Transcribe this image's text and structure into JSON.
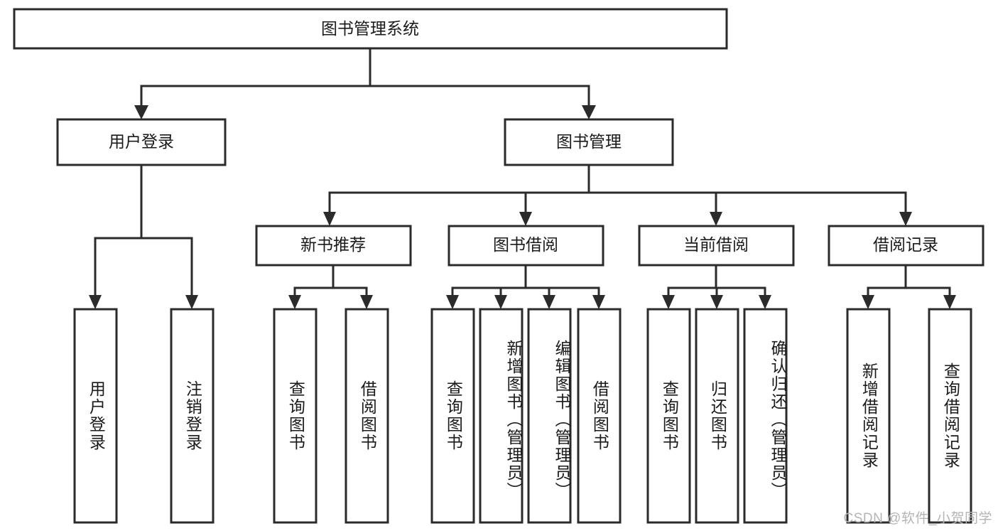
{
  "diagram": {
    "type": "tree-hierarchy-chart",
    "title": "图书管理系统",
    "watermark": "CSDN @软件_小贺同学",
    "colors": {
      "stroke": "#2b2b2b",
      "fill": "#ffffff",
      "text": "#1a1a1a",
      "watermark": "#b4b4b4",
      "background": "#ffffff"
    },
    "root": {
      "label": "图书管理系统",
      "orientation": "horizontal"
    },
    "level2": [
      {
        "id": "user-login",
        "label": "用户登录",
        "orientation": "horizontal"
      },
      {
        "id": "book-management",
        "label": "图书管理",
        "orientation": "horizontal"
      }
    ],
    "level3": [
      {
        "id": "new-book-recommend",
        "label": "新书推荐",
        "orientation": "horizontal",
        "parent": "book-management"
      },
      {
        "id": "book-borrow",
        "label": "图书借阅",
        "orientation": "horizontal",
        "parent": "book-management"
      },
      {
        "id": "current-borrow",
        "label": "当前借阅",
        "orientation": "horizontal",
        "parent": "book-management"
      },
      {
        "id": "borrow-record",
        "label": "借阅记录",
        "orientation": "horizontal",
        "parent": "book-management"
      }
    ],
    "leaves": [
      {
        "id": "leaf-user-login",
        "label": "用户登录",
        "orientation": "vertical",
        "parent": "user-login"
      },
      {
        "id": "leaf-user-logout",
        "label": "注销登录",
        "orientation": "vertical",
        "parent": "user-login"
      },
      {
        "id": "leaf-query-book-1",
        "label": "查询图书",
        "orientation": "vertical",
        "parent": "new-book-recommend"
      },
      {
        "id": "leaf-borrow-book-1",
        "label": "借阅图书",
        "orientation": "vertical",
        "parent": "new-book-recommend"
      },
      {
        "id": "leaf-query-book-2",
        "label": "查询图书",
        "orientation": "vertical",
        "parent": "book-borrow"
      },
      {
        "id": "leaf-add-book",
        "label": "新增图书（管理员）",
        "orientation": "vertical",
        "parent": "book-borrow"
      },
      {
        "id": "leaf-edit-book",
        "label": "编辑图书（管理员）",
        "orientation": "vertical",
        "parent": "book-borrow"
      },
      {
        "id": "leaf-borrow-book-2",
        "label": "借阅图书",
        "orientation": "vertical",
        "parent": "book-borrow"
      },
      {
        "id": "leaf-query-book-3",
        "label": "查询图书",
        "orientation": "vertical",
        "parent": "current-borrow"
      },
      {
        "id": "leaf-return-book",
        "label": "归还图书",
        "orientation": "vertical",
        "parent": "current-borrow"
      },
      {
        "id": "leaf-confirm-return",
        "label": "确认归还（管理员）",
        "orientation": "vertical",
        "parent": "current-borrow"
      },
      {
        "id": "leaf-add-record",
        "label": "新增借阅记录",
        "orientation": "vertical",
        "parent": "borrow-record"
      },
      {
        "id": "leaf-query-record",
        "label": "查询借阅记录",
        "orientation": "vertical",
        "parent": "borrow-record"
      }
    ]
  }
}
